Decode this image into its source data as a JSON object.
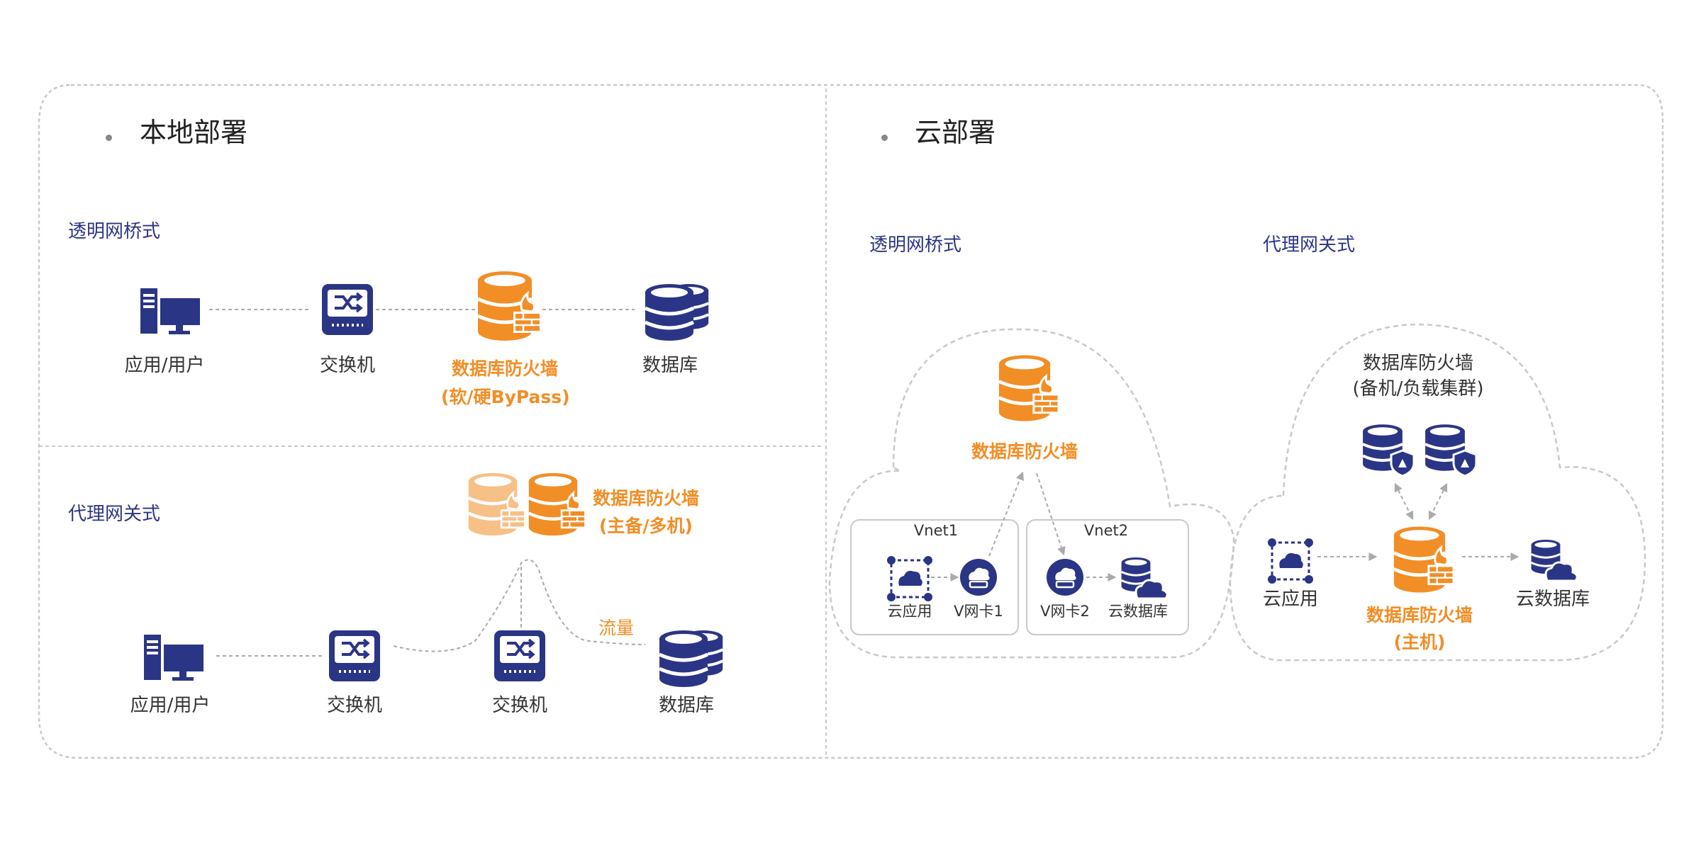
{
  "colors": {
    "navy": "#2b3585",
    "orange": "#f18e26",
    "orange_light": "#f6c08a",
    "border": "#c9c9c9"
  },
  "local": {
    "heading": "本地部署",
    "transparent": {
      "title": "透明网桥式",
      "app_label": "应用/用户",
      "switch_label": "交换机",
      "firewall_label_1": "数据库防火墙",
      "firewall_label_2": "(软/硬ByPass)",
      "db_label": "数据库"
    },
    "proxy": {
      "title": "代理网关式",
      "firewall_label_1": "数据库防火墙",
      "firewall_label_2": "(主备/多机)",
      "traffic_label": "流量",
      "app_label": "应用/用户",
      "switch1_label": "交换机",
      "switch2_label": "交换机",
      "db_label": "数据库"
    }
  },
  "cloud": {
    "heading": "云部署",
    "transparent": {
      "title": "透明网桥式",
      "firewall_label": "数据库防火墙",
      "vnet1": "Vnet1",
      "vnet2": "Vnet2",
      "cloud_app_label": "云应用",
      "vnic1_label": "V网卡1",
      "vnic2_label": "V网卡2",
      "cloud_db_label": "云数据库"
    },
    "proxy": {
      "title": "代理网关式",
      "cluster_label_1": "数据库防火墙",
      "cluster_label_2": "(备机/负载集群)",
      "cloud_app_label": "云应用",
      "firewall_label_1": "数据库防火墙",
      "firewall_label_2": "(主机)",
      "cloud_db_label": "云数据库"
    }
  },
  "icons": [
    "computer-icon",
    "switch-icon",
    "database-icon",
    "db-firewall-icon",
    "cloud-app-icon",
    "vnic-icon",
    "cloud-database-icon",
    "db-shield-icon",
    "arrow-icon"
  ]
}
